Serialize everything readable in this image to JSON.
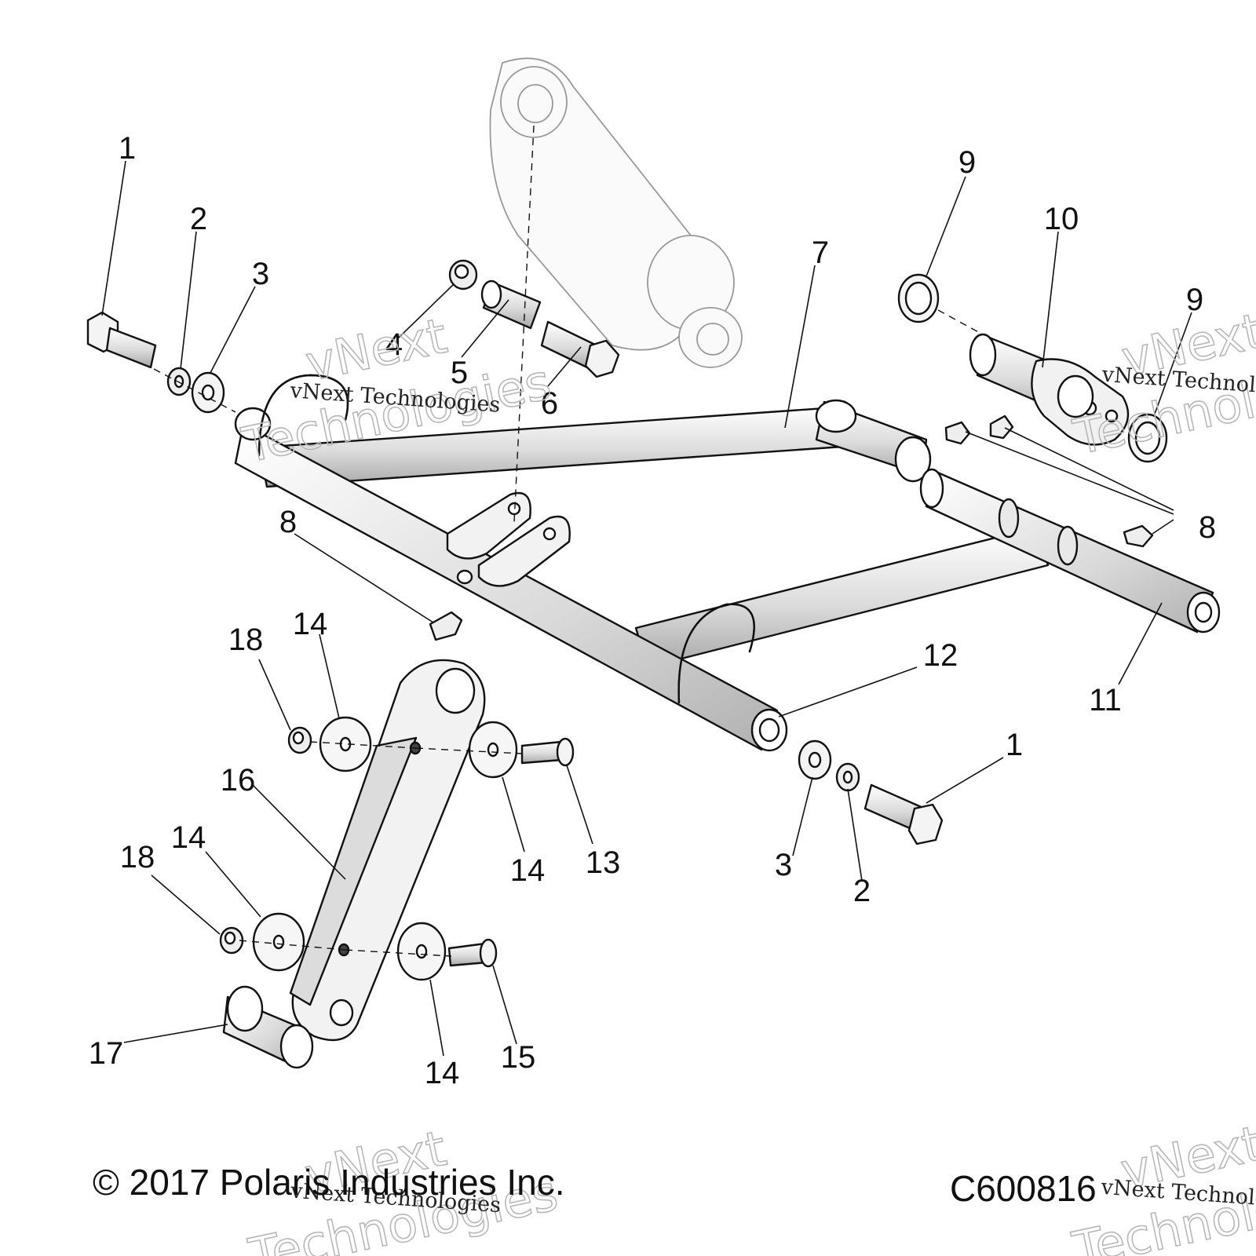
{
  "diagram": {
    "callouts": [
      "1",
      "2",
      "3",
      "4",
      "5",
      "6",
      "7",
      "8",
      "9",
      "10",
      "11",
      "12",
      "13",
      "14",
      "15",
      "16",
      "17",
      "18"
    ],
    "copyright": "© 2017 Polaris Industries Inc.",
    "figure_code": "C600816",
    "watermark": {
      "line1": "vNext Technologies",
      "line2": "vNext",
      "line3": "Technologies"
    }
  }
}
